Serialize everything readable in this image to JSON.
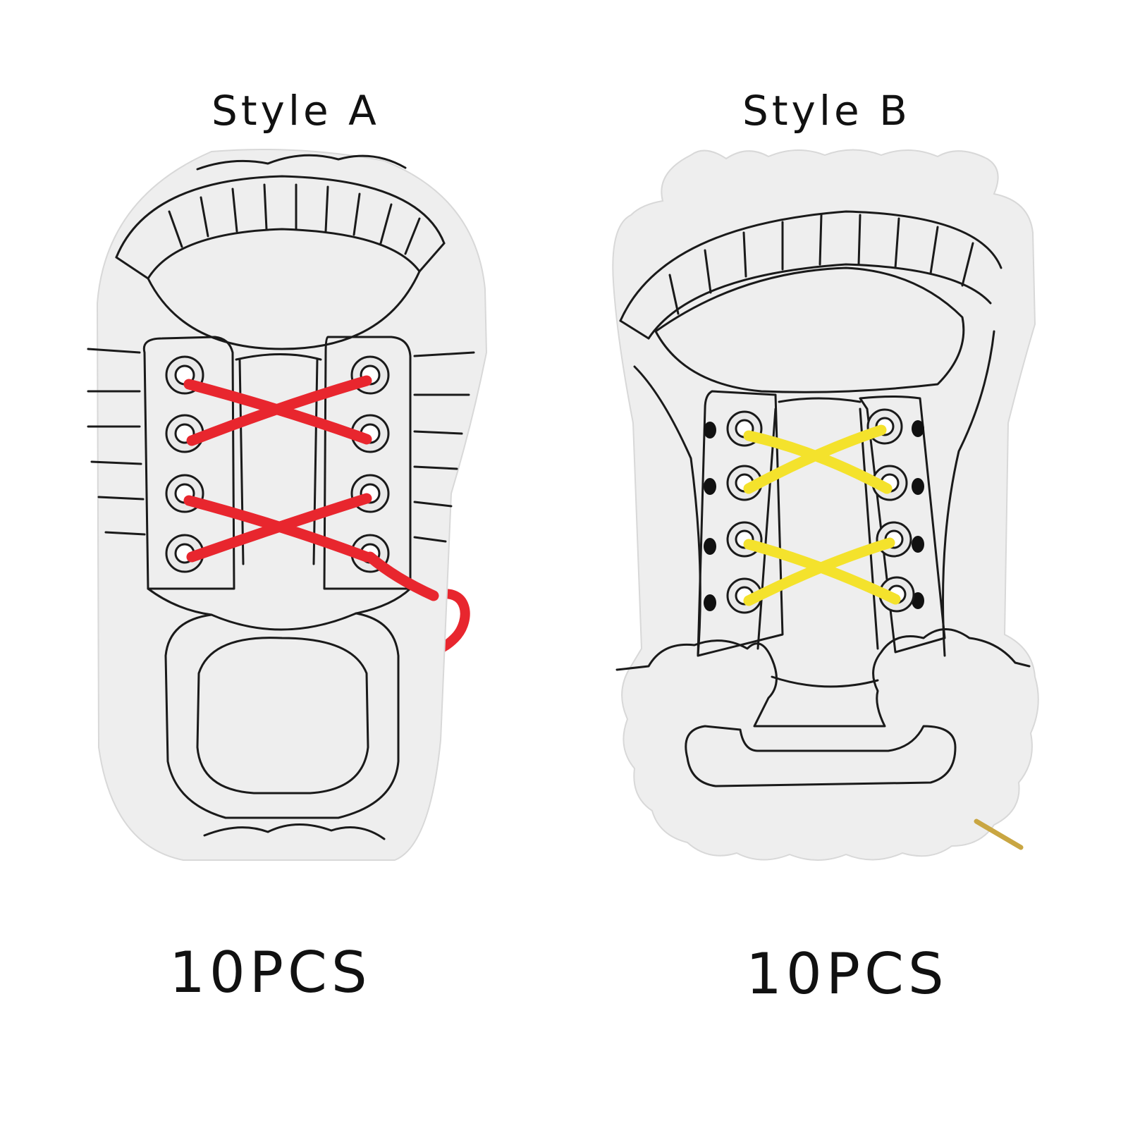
{
  "products": [
    {
      "title": "Style A",
      "quantity": "10PCS",
      "lace_color": "#e8262e"
    },
    {
      "title": "Style B",
      "quantity": "10PCS",
      "lace_color": "#f4e22c"
    }
  ],
  "colors": {
    "board": "#eeeeee",
    "outline": "#1a1a1a",
    "background": "#ffffff"
  }
}
